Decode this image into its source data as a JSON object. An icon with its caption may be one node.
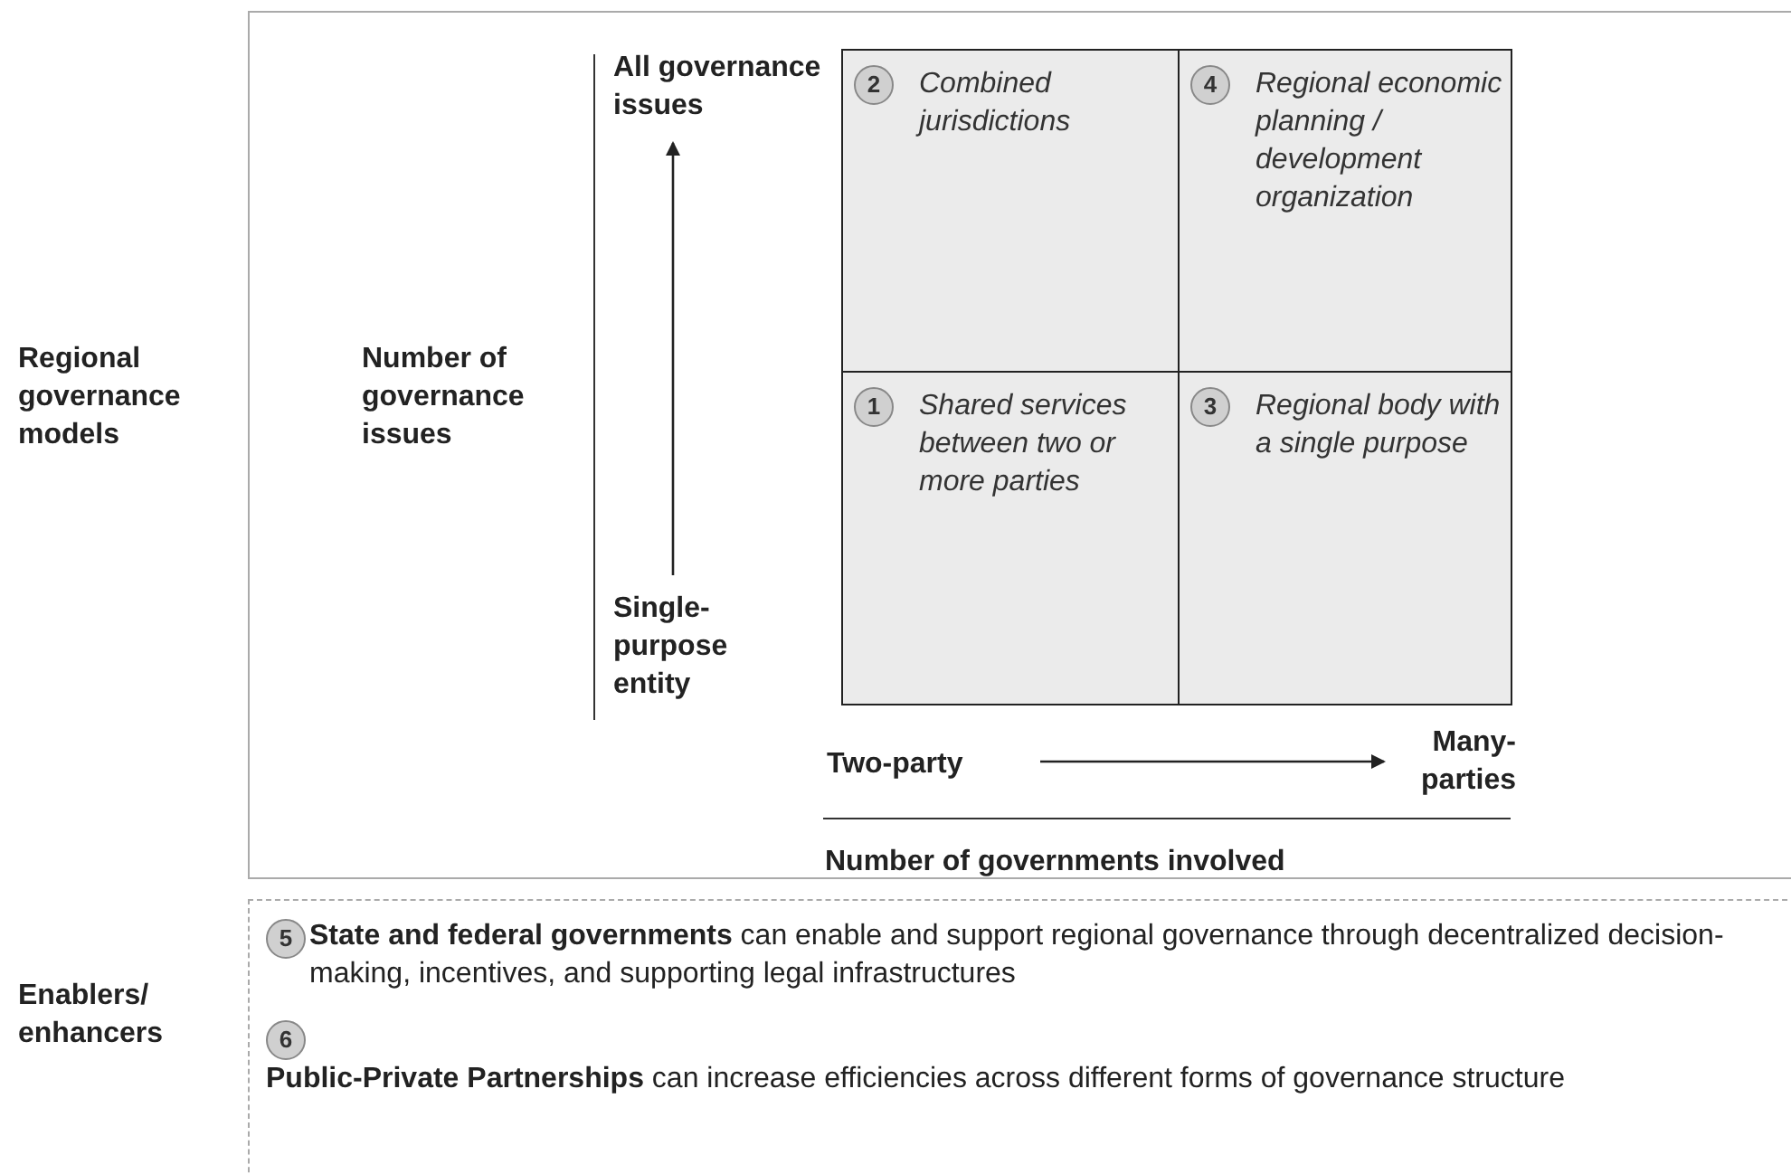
{
  "diagram": {
    "nodes": [
      {
        "text": [
          "Combined jurisdictions"
        ]
      },
      {
        "text": [
          "2"
        ],
        "in": 0
      },
      {
        "text": [
          "Regional economic planning / development organization"
        ]
      },
      {
        "text": [
          "4"
        ],
        "in": 2
      },
      {
        "text": [
          "Shared services between two or more parties"
        ]
      },
      {
        "text": [
          "1"
        ],
        "in": 4
      },
      {
        "text": [
          "Regional body with a single purpose"
        ]
      },
      {
        "text": [
          "3"
        ],
        "in": 6
      },
      {
        "text": [
          "5"
        ]
      },
      {
        "text": [
          "6"
        ]
      }
    ],
    "edges": [],
    "labels": [
      "Regional governance models",
      "Number of governance issues",
      "All governance issues",
      "Single-purpose entity",
      "Two-party",
      "Many-parties",
      "Number of governments involved",
      "Enablers/ enhancers",
      "**State and federal governments** can enable and support regional governance through decentralized decision-making, incentives, and supporting legal infrastructures",
      "**Public-Private Partnerships** can increase efficiencies across different forms of governance structure"
    ]
  }
}
